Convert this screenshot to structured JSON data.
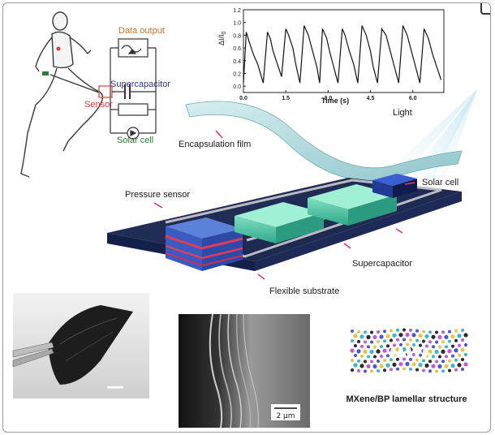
{
  "circuit": {
    "data_output": "Data output",
    "supercapacitor": "Supercapacitor",
    "sensor": "Sensor",
    "solar_cell": "Solar cell",
    "colors": {
      "data_output": "#c8742a",
      "supercapacitor": "#2b3a8c",
      "sensor": "#e0403a",
      "solar_cell": "#2e7d32"
    }
  },
  "chart_data": {
    "type": "line",
    "xlabel": "Time (s)",
    "ylabel": "ΔI/I0",
    "ylabel_main": "ΔI/I",
    "ylabel_sub": "0",
    "xlim": [
      0,
      7.1
    ],
    "ylim": [
      -0.1,
      1.2
    ],
    "x_ticks": [
      "0.0",
      "1.5",
      "3.0",
      "4.5",
      "6.0"
    ],
    "x_tick_values": [
      0,
      1.5,
      3.0,
      4.5,
      6.0
    ],
    "y_ticks": [
      "0.0",
      "0.2",
      "0.4",
      "0.6",
      "0.8",
      "1.0",
      "1.2"
    ],
    "y_tick_values": [
      0,
      0.2,
      0.4,
      0.6,
      0.8,
      1.0,
      1.2
    ],
    "series": [
      {
        "x": [
          0.0,
          0.1,
          0.2,
          0.35,
          0.5,
          0.7,
          0.85,
          0.95,
          1.05,
          1.2,
          1.35,
          1.5,
          1.6,
          1.75,
          1.85,
          2.0,
          2.15,
          2.3,
          2.45,
          2.6,
          2.7,
          2.8,
          2.95,
          3.05,
          3.2,
          3.35,
          3.5,
          3.6,
          3.75,
          3.9,
          4.05,
          4.2,
          4.35,
          4.5,
          4.6,
          4.75,
          4.9,
          5.05,
          5.2,
          5.35,
          5.5,
          5.65,
          5.8,
          5.95,
          6.1,
          6.25,
          6.4,
          6.55,
          6.7,
          6.85,
          7.0
        ],
        "y": [
          0.05,
          0.85,
          0.7,
          0.5,
          0.35,
          0.05,
          0.85,
          0.75,
          0.55,
          0.35,
          0.15,
          0.9,
          0.8,
          0.6,
          0.35,
          0.05,
          0.95,
          0.8,
          0.55,
          0.3,
          0.05,
          0.9,
          0.75,
          0.55,
          0.3,
          0.05,
          0.9,
          0.8,
          0.55,
          0.35,
          0.05,
          0.95,
          0.8,
          0.55,
          0.3,
          0.05,
          0.9,
          0.8,
          0.55,
          0.3,
          0.05,
          0.95,
          0.8,
          0.55,
          0.3,
          0.05,
          0.9,
          0.75,
          0.5,
          0.3,
          0.1
        ]
      }
    ]
  },
  "device": {
    "light": "Light",
    "encapsulation_film": "Encapsulation film",
    "solar_cell": "Solar cell",
    "pressure_sensor": "Pressure sensor",
    "supercapacitor": "Supercapacitor",
    "flexible_substrate": "Flexible substrate",
    "arrow_color": "#e0337a"
  },
  "panels": {
    "sem_scale": "2 μm",
    "structure_caption": "MXene/BP lamellar structure"
  }
}
